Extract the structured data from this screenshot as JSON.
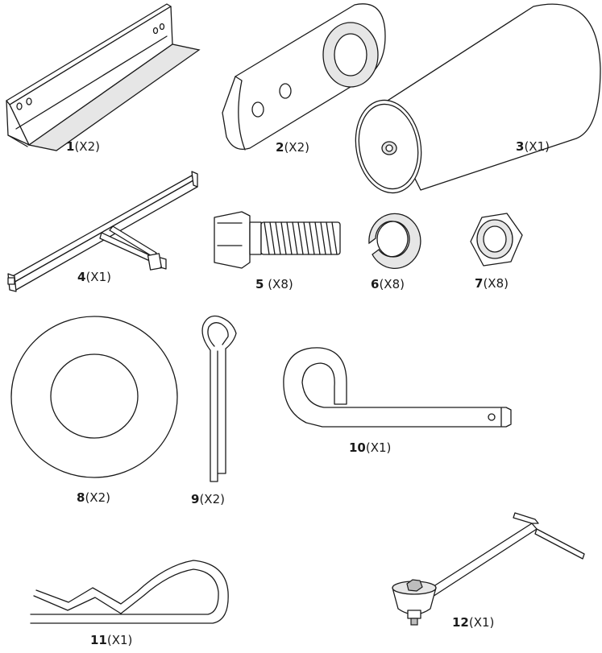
{
  "parts": [
    {
      "number": "1",
      "qty": "(X2)",
      "name": "angle-bracket"
    },
    {
      "number": "2",
      "qty": "(X2)",
      "name": "hitch-plate"
    },
    {
      "number": "3",
      "qty": "(X1)",
      "name": "roller-cylinder"
    },
    {
      "number": "4",
      "qty": "(X1)",
      "name": "t-frame-bar"
    },
    {
      "number": "5",
      "qty": " (X8)",
      "name": "hex-bolt"
    },
    {
      "number": "6",
      "qty": "(X8)",
      "name": "lock-washer"
    },
    {
      "number": "7",
      "qty": "(X8)",
      "name": "hex-nut"
    },
    {
      "number": "8",
      "qty": "(X2)",
      "name": "flat-washer"
    },
    {
      "number": "9",
      "qty": "(X2)",
      "name": "cotter-pin"
    },
    {
      "number": "10",
      "qty": "(X1)",
      "name": "hook-pin"
    },
    {
      "number": "11",
      "qty": "(X1)",
      "name": "hair-pin-clip"
    },
    {
      "number": "12",
      "qty": "(X1)",
      "name": "drain-plug-key"
    }
  ]
}
